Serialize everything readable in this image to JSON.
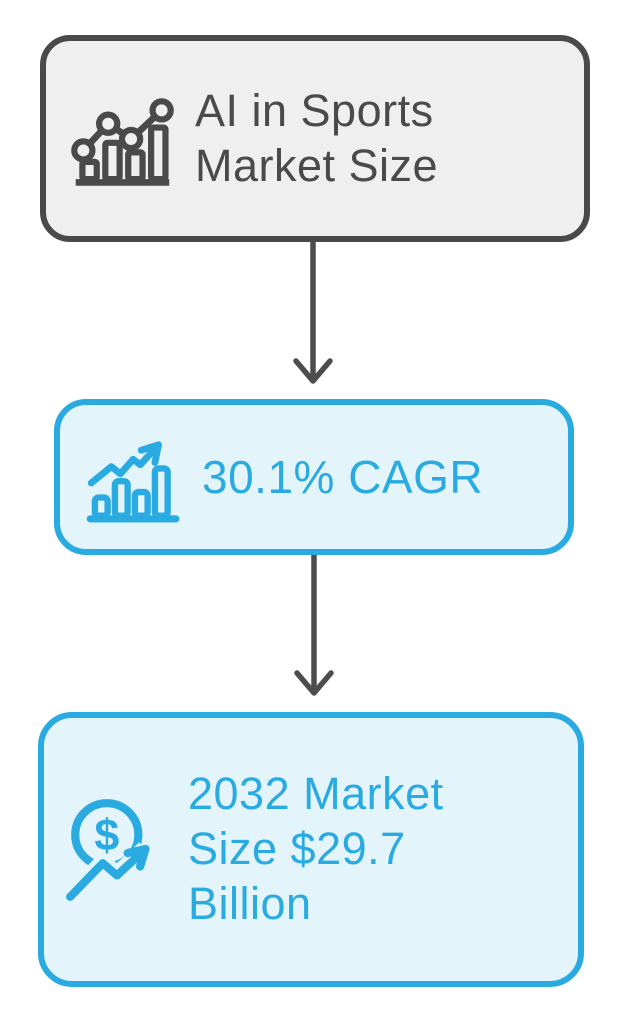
{
  "diagram": {
    "title_node": {
      "label": "AI in Sports Market Size",
      "icon": "dot-line-bar-chart-icon"
    },
    "cagr_node": {
      "label": "30.1% CAGR",
      "icon": "trending-bar-chart-icon"
    },
    "market_size_node": {
      "label": "2032 Market Size $29.7 Billion",
      "icon": "dollar-trend-icon",
      "dollar_glyph": "$"
    },
    "connectors": {
      "style": "down-arrow",
      "count": 2
    },
    "colors": {
      "dark_gray_stroke": "#4a4a4a",
      "gray_fill": "#efefef",
      "blue_stroke": "#29abe2",
      "blue_fill": "#e3f4fb",
      "arrow_gray": "#4d4d4d",
      "background": "#ffffff"
    }
  }
}
